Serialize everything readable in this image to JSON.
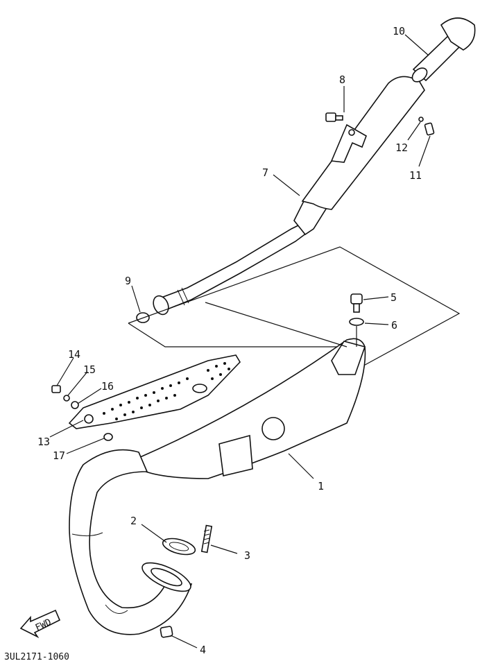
{
  "diagram": {
    "part_number": "3UL2171-1060",
    "fwd_label": "FWD",
    "callouts": [
      "1",
      "2",
      "3",
      "4",
      "5",
      "6",
      "7",
      "8",
      "9",
      "10",
      "11",
      "12",
      "13",
      "14",
      "15",
      "16",
      "17"
    ]
  }
}
